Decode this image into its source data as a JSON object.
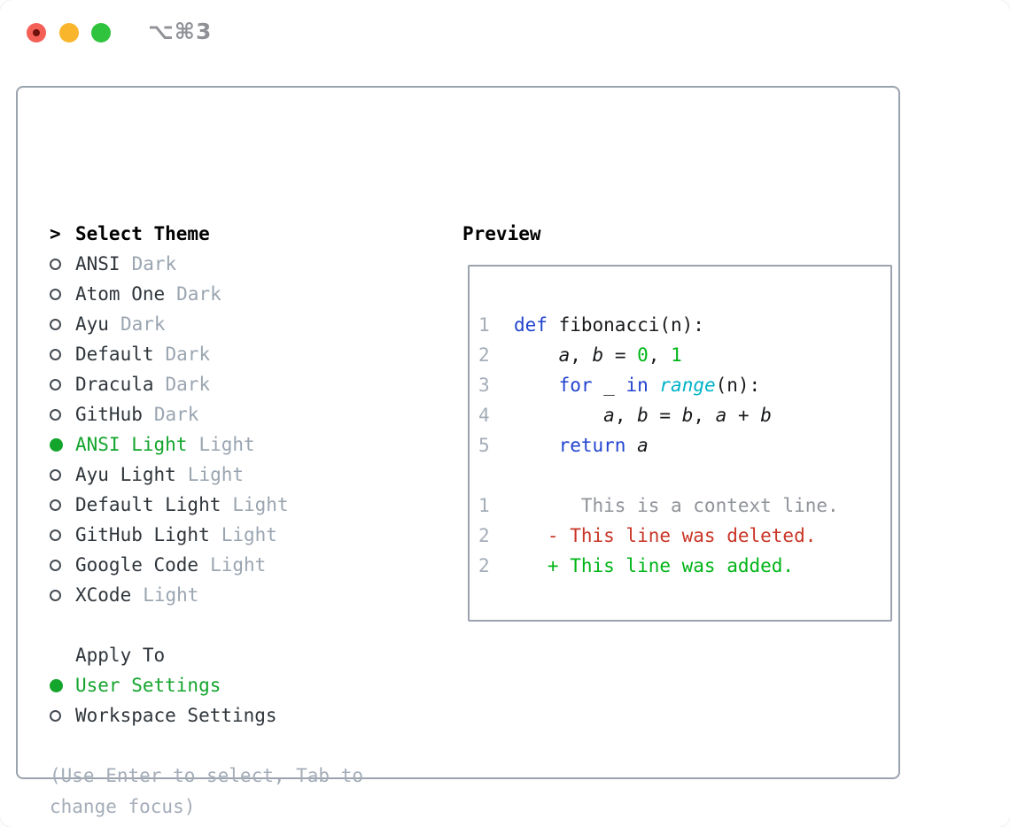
{
  "window": {
    "title": "⌥⌘3",
    "controls": [
      "close",
      "minimize",
      "zoom"
    ]
  },
  "colors": {
    "panel_border": "#9aa3ae",
    "header_text": "#000000",
    "item_text": "#2f353b",
    "variant_tag": "#9aa5b1",
    "muted": "#a4adb8",
    "context": "#8f9399",
    "selection_green": "#14a52d",
    "code_green": "#00b517",
    "diff_red": "#c93526",
    "keyword_blue": "#2143cf",
    "builtin_cyan": "#00b2c7",
    "code_text": "#17191c",
    "line_number": "#a4adb8",
    "titlebar_text": "#8f9196",
    "traffic_red": "#f45f56",
    "traffic_red_dot": "#6d120c",
    "traffic_yellow": "#f9b52b",
    "traffic_green": "#2fc33e",
    "window_bg": "#ffffff"
  },
  "theme_panel": {
    "prompt": ">",
    "title": "Select Theme",
    "themes": [
      {
        "name": "ANSI",
        "variant": "Dark",
        "selected": false
      },
      {
        "name": "Atom One",
        "variant": "Dark",
        "selected": false
      },
      {
        "name": "Ayu",
        "variant": "Dark",
        "selected": false
      },
      {
        "name": "Default",
        "variant": "Dark",
        "selected": false
      },
      {
        "name": "Dracula",
        "variant": "Dark",
        "selected": false
      },
      {
        "name": "GitHub",
        "variant": "Dark",
        "selected": false
      },
      {
        "name": "ANSI Light",
        "variant": "Light",
        "selected": true
      },
      {
        "name": "Ayu Light",
        "variant": "Light",
        "selected": false
      },
      {
        "name": "Default Light",
        "variant": "Light",
        "selected": false
      },
      {
        "name": "GitHub Light",
        "variant": "Light",
        "selected": false
      },
      {
        "name": "Google Code",
        "variant": "Light",
        "selected": false
      },
      {
        "name": "XCode",
        "variant": "Light",
        "selected": false
      }
    ],
    "apply_to": {
      "title": "Apply To",
      "options": [
        {
          "label": "User Settings",
          "selected": true
        },
        {
          "label": "Workspace Settings",
          "selected": false
        }
      ]
    },
    "help_text": "(Use Enter to select, Tab to change focus)"
  },
  "preview": {
    "title": "Preview",
    "code_lines": [
      {
        "num": "1",
        "tokens": [
          [
            "k",
            "def"
          ],
          [
            "p",
            " fibonacci(n):"
          ]
        ]
      },
      {
        "num": "2",
        "tokens": [
          [
            "p",
            "    "
          ],
          [
            "v",
            "a"
          ],
          [
            "p",
            ", "
          ],
          [
            "v",
            "b"
          ],
          [
            "p",
            " = "
          ],
          [
            "n",
            "0"
          ],
          [
            "p",
            ", "
          ],
          [
            "n",
            "1"
          ]
        ]
      },
      {
        "num": "3",
        "tokens": [
          [
            "p",
            "    "
          ],
          [
            "k",
            "for"
          ],
          [
            "p",
            " _ "
          ],
          [
            "k",
            "in"
          ],
          [
            "p",
            " "
          ],
          [
            "b",
            "range"
          ],
          [
            "p",
            "(n):"
          ]
        ]
      },
      {
        "num": "4",
        "tokens": [
          [
            "p",
            "        "
          ],
          [
            "v",
            "a"
          ],
          [
            "p",
            ", "
          ],
          [
            "v",
            "b"
          ],
          [
            "p",
            " = "
          ],
          [
            "v",
            "b"
          ],
          [
            "p",
            ", "
          ],
          [
            "v",
            "a"
          ],
          [
            "p",
            " + "
          ],
          [
            "v",
            "b"
          ]
        ]
      },
      {
        "num": "5",
        "tokens": [
          [
            "p",
            "    "
          ],
          [
            "k",
            "return"
          ],
          [
            "p",
            " "
          ],
          [
            "v",
            "a"
          ]
        ]
      }
    ],
    "diff_lines": [
      {
        "num": "1",
        "tokens": [
          [
            "ctx",
            "      This is a context line."
          ]
        ]
      },
      {
        "num": "2",
        "tokens": [
          [
            "del",
            "   - This line was deleted."
          ]
        ]
      },
      {
        "num": "2",
        "tokens": [
          [
            "add",
            "   + This line was added."
          ]
        ]
      }
    ]
  }
}
